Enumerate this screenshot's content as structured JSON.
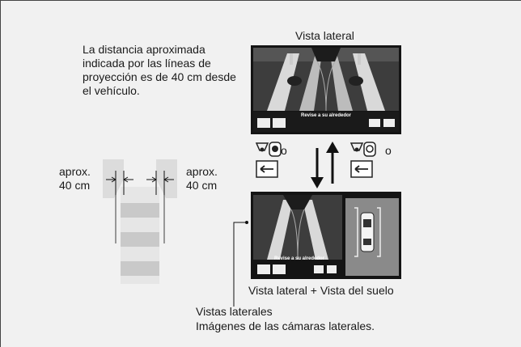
{
  "title_side_view": "Vista lateral",
  "distance_note": [
    "La distancia aproximada",
    "indicada por las líneas de",
    "proyección es de 40 cm desde",
    "el vehículo."
  ],
  "left_label": [
    "aprox.",
    "40 cm"
  ],
  "right_label": [
    "aprox.",
    "40 cm"
  ],
  "or_top_left": "o",
  "or_top_right": "o",
  "screen_caption_top": "Revise a su alrededor",
  "screen_caption_bottom": "Revise a su alrededor",
  "title_combined_view": "Vista lateral + Vista del suelo",
  "side_views_heading": "Vistas laterales",
  "side_views_desc": "Imágenes de las cámaras laterales."
}
